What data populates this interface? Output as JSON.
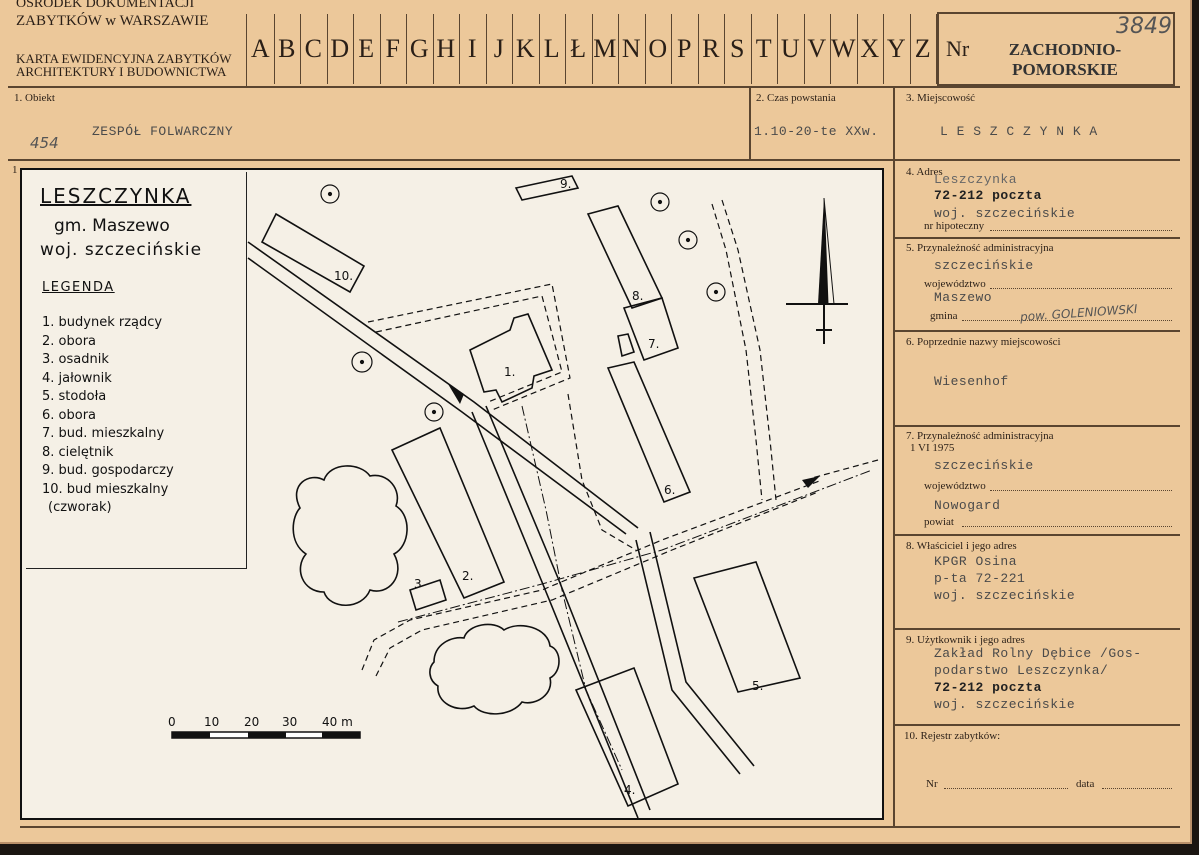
{
  "header": {
    "institution_line1": "OŚRODEK DOKUMENTACJI",
    "institution_line2": "ZABYTKÓW w WARSZAWIE",
    "card_line1": "KARTA EWIDENCYJNA ZABYTKÓW",
    "card_line2": "ARCHITEKTURY I BUDOWNICTWA",
    "letters": [
      "A",
      "B",
      "C",
      "D",
      "E",
      "F",
      "G",
      "H",
      "I",
      "J",
      "K",
      "L",
      "Ł",
      "M",
      "N",
      "O",
      "P",
      "R",
      "S",
      "T",
      "U",
      "V",
      "W",
      "X",
      "Y",
      "Z"
    ],
    "nr_label": "Nr",
    "region_line1": "ZACHODNIO-",
    "region_line2": "POMORSKIE",
    "card_number": "3849"
  },
  "fields": {
    "obiekt": {
      "label": "1. Obiekt",
      "value": "ZESPÓŁ  FOLWARCZNY",
      "side_note": "454"
    },
    "czas": {
      "label": "2. Czas powstania",
      "value": "1.10-20-te XXw."
    },
    "miejscowosc": {
      "label": "3. Miejscowość",
      "value": "L E S Z C Z Y N K A"
    },
    "plan_number": "1",
    "adres": {
      "label": "4. Adres",
      "line1": "Leszczynka",
      "line2": "72-212 poczta",
      "line3": "woj. szczecińskie",
      "sublabel": "nr hipoteczny"
    },
    "przyn": {
      "label": "5. Przynależność administracyjna",
      "wojewodztwo": "szczecińskie",
      "woj_label": "województwo",
      "gmina": "Maszewo",
      "gmina_label": "gmina",
      "pow_note": "pow. GOLENIOWSKI"
    },
    "poprzednie": {
      "label": "6. Poprzednie nazwy miejscowości",
      "value": "Wiesenhof"
    },
    "przyn1975": {
      "label": "7. Przynależność administracyjna",
      "label2": "1 VI 1975",
      "wojewodztwo": "szczecińskie",
      "woj_label": "województwo",
      "powiat": "Nowogard",
      "powiat_label": "powiat"
    },
    "wlasciciel": {
      "label": "8. Właściciel i jego adres",
      "line1": "KPGR Osina",
      "line2": "p-ta 72-221",
      "line3": "woj. szczecińskie"
    },
    "uzytkownik": {
      "label": "9. Użytkownik i jego adres",
      "line1": "Zakład Rolny Dębice /Gos-",
      "line2": "podarstwo Leszczynka/",
      "line3": "72-212 poczta",
      "line4": "woj. szczecińskie"
    },
    "rejestr": {
      "label": "10. Rejestr zabytków:",
      "nr_label": "Nr",
      "data_label": "data"
    }
  },
  "map": {
    "title": "LESZCZYNKA",
    "sub1": "gm. Maszewo",
    "sub2": "woj. szczecińskie",
    "legend_title": "LEGENDA",
    "legend": [
      "1. budynek rządcy",
      "2. obora",
      "3. osadnik",
      "4. jałownik",
      "5. stodoła",
      "6. obora",
      "7. bud. mieszkalny",
      "8. cielętnik",
      "9. bud. gospodarczy",
      "10. bud mieszkalny",
      "(czworak)"
    ],
    "scale_labels": [
      "0",
      "10",
      "20",
      "30",
      "40 m"
    ],
    "building_numbers": [
      "1.",
      "2.",
      "3",
      "4.",
      "5.",
      "6.",
      "7.",
      "8.",
      "9.",
      "10."
    ]
  }
}
